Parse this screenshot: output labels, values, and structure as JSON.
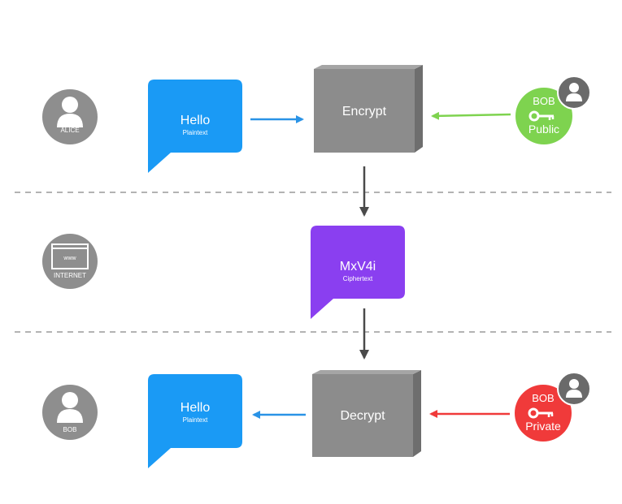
{
  "colors": {
    "gray_circle": "#8e8e8e",
    "bubble_blue": "#1a9af5",
    "bubble_purple": "#8a3ff0",
    "box_front": "#8c8c8c",
    "box_side": "#6e6e6e",
    "key_green": "#7ed34f",
    "key_red": "#f03a3a",
    "arrow_blue": "#2a93e6",
    "arrow_gray": "#4a4a4a",
    "divider": "#9a9a9a"
  },
  "actors": {
    "alice": {
      "label": "ALICE",
      "icon": "person-icon"
    },
    "internet": {
      "label": "INTERNET",
      "icon": "browser-www-icon",
      "www": "www"
    },
    "bob": {
      "label": "BOB",
      "icon": "person-icon"
    }
  },
  "bubbles": {
    "top": {
      "title": "Hello",
      "sub": "Plaintext"
    },
    "middle": {
      "title": "MxV4i",
      "sub": "Ciphertext"
    },
    "bottom": {
      "title": "Hello",
      "sub": "Plaintext"
    }
  },
  "boxes": {
    "encrypt": "Encrypt",
    "decrypt": "Decrypt"
  },
  "keys": {
    "public": {
      "owner": "BOB",
      "type": "Public",
      "icon": "key-icon"
    },
    "private": {
      "owner": "BOB",
      "type": "Private",
      "icon": "key-icon"
    }
  }
}
